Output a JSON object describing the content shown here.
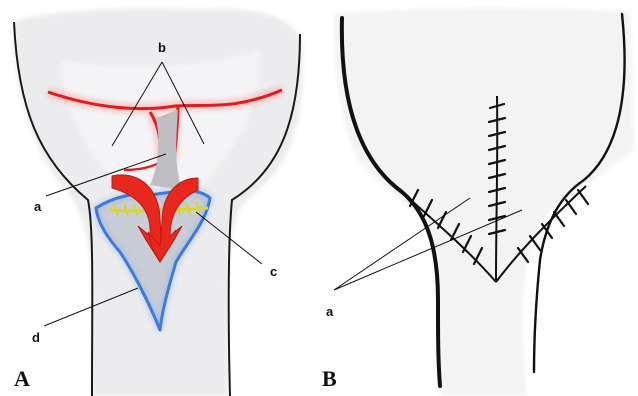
{
  "panels": {
    "left": {
      "label": "A",
      "callouts": {
        "a": "a",
        "b": "b",
        "c": "c",
        "d": "d"
      }
    },
    "right": {
      "label": "B",
      "callouts": {
        "a": "a"
      }
    }
  },
  "colors": {
    "outline": "#1a1a1a",
    "red_line": "#e21b1b",
    "red_arrows": "#e8281e",
    "blue_flap": "#2f6fd0",
    "yellow_suture": "#d8d62a",
    "suture_black": "#111111",
    "skin_shade": "#e9e9ea"
  }
}
